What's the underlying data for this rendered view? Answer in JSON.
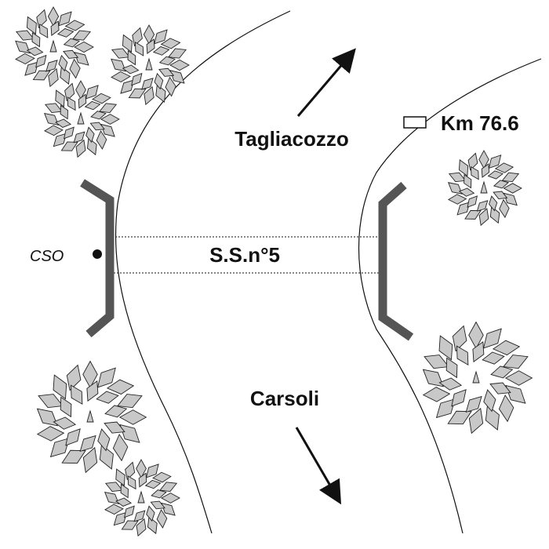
{
  "labels": {
    "north_destination": "Tagliacozzo",
    "south_destination": "Carsoli",
    "road_name": "S.S.n°5",
    "kilometer_marker": "Km 76.6",
    "cso_point": "CSO"
  },
  "colors": {
    "barrier": "#555555",
    "foliage_fill": "#c8c8c8",
    "foliage_stroke": "#222222",
    "line": "#111111"
  }
}
